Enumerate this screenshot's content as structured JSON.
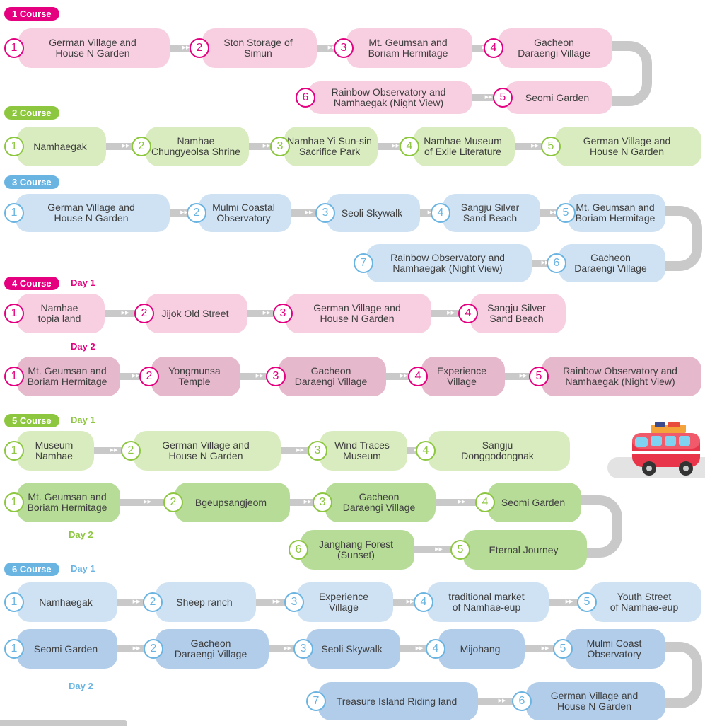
{
  "colors": {
    "pink": "#e4007f",
    "green": "#8dc63f",
    "blue": "#6ab4e2",
    "pink_light": "#f7cfe0",
    "pink_dark": "#e6b8cc",
    "green_light": "#d9ecbf",
    "green_dark": "#b6dc97",
    "blue_light": "#cfe2f3",
    "blue_dark": "#b2cdea",
    "connector": "#c9c9c9"
  },
  "courses": [
    {
      "label": "1 Course",
      "day1": "",
      "day2": "",
      "stops": [
        "German Village and\nHouse N Garden",
        "Ston Storage of\nSimun",
        "Mt. Geumsan and\nBoriam Hermitage",
        "Gacheon\nDaraengi Village",
        "Seomi Garden",
        "Rainbow Observatory and\nNamhaegak (Night View)"
      ]
    },
    {
      "label": "2 Course",
      "day1": "",
      "day2": "",
      "stops": [
        "Namhaegak",
        "Namhae\nChungyeolsa Shrine",
        "Namhae Yi Sun-sin\nSacrifice Park",
        "Namhae Museum\nof Exile Literature",
        "German Village and\nHouse N Garden"
      ]
    },
    {
      "label": "3 Course",
      "day1": "",
      "day2": "",
      "stops": [
        "German Village and\nHouse N Garden",
        "Mulmi Coastal\nObservatory",
        "Seoli Skywalk",
        "Sangju Silver\nSand Beach",
        "Mt. Geumsan and\nBoriam Hermitage",
        "Gacheon\nDaraengi Village",
        "Rainbow Observatory and\nNamhaegak (Night View)"
      ]
    },
    {
      "label": "4 Course",
      "day1": "Day 1",
      "day2": "Day 2",
      "stops_day1": [
        "Namhae\ntopia land",
        "Jijok Old Street",
        "German Village and\nHouse N Garden",
        "Sangju Silver\nSand Beach"
      ],
      "stops_day2": [
        "Mt. Geumsan and\nBoriam Hermitage",
        "Yongmunsa\nTemple",
        "Gacheon\nDaraengi Village",
        "Experience\nVillage",
        "Rainbow Observatory and\nNamhaegak (Night View)"
      ]
    },
    {
      "label": "5 Course",
      "day1": "Day 1",
      "day2": "Day 2",
      "stops_day1": [
        "Museum\nNamhae",
        "German Village and\nHouse N Garden",
        "Wind Traces\nMuseum",
        "Sangju\nDonggodongnak"
      ],
      "stops_day2": [
        "Mt. Geumsan and\nBoriam Hermitage",
        "Bgeupsangjeom",
        "Gacheon\nDaraengi Village",
        "Seomi Garden",
        "Eternal Journey",
        "Janghang Forest\n(Sunset)"
      ]
    },
    {
      "label": "6 Course",
      "day1": "Day 1",
      "day2": "Day 2",
      "stops_day1": [
        "Namhaegak",
        "Sheep ranch",
        "Experience\nVillage",
        "traditional market\nof Namhae-eup",
        "Youth Street\nof Namhae-eup"
      ],
      "stops_day2": [
        "Seomi Garden",
        "Gacheon\nDaraengi Village",
        "Seoli Skywalk",
        "Mijohang",
        "Mulmi Coast\nObservatory",
        "German Village and\nHouse N Garden",
        "Treasure Island Riding land"
      ]
    }
  ]
}
